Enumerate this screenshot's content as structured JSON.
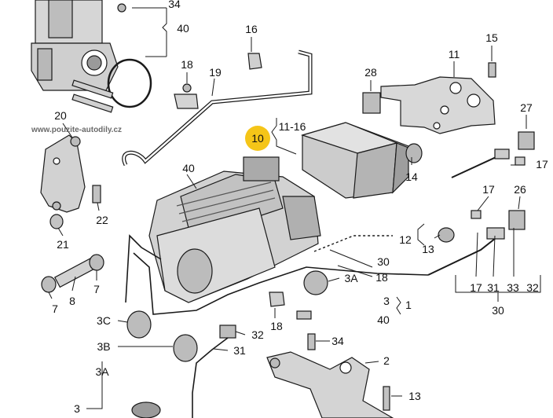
{
  "watermark": "www.pouzite-autodily.cz",
  "highlight": {
    "label": "10",
    "color": "#f5c518"
  },
  "colors": {
    "line": "#1a1a1a",
    "part_fill": "#e8e8e8",
    "part_dark": "#9a9a9a",
    "part_mid": "#c4c4c4"
  },
  "callouts": {
    "c34a": "34",
    "c40a": "40",
    "c16": "16",
    "c15": "15",
    "c11": "11",
    "c18a": "18",
    "c19": "19",
    "c28": "28",
    "c20": "20",
    "c27": "27",
    "c11_16": "11-16",
    "c14": "14",
    "c17a": "17",
    "c40b": "40",
    "c22": "22",
    "c17b": "17",
    "c26": "26",
    "c21": "21",
    "c12": "12",
    "c13a": "13",
    "c30a": "30",
    "c18b": "18",
    "c8": "8",
    "c7a": "7",
    "c7b": "7",
    "c3A_a": "3A",
    "c17c": "17",
    "c31a": "31",
    "c33": "33",
    "c32a": "32",
    "c30b": "30",
    "c3": "3",
    "c1": "1",
    "c40c": "40",
    "c3C": "3C",
    "c18c": "18",
    "c32b": "32",
    "c34b": "34",
    "c3B": "3B",
    "c31b": "31",
    "c2": "2",
    "c3A_b": "3A",
    "c13b": "13",
    "c3b": "3"
  }
}
